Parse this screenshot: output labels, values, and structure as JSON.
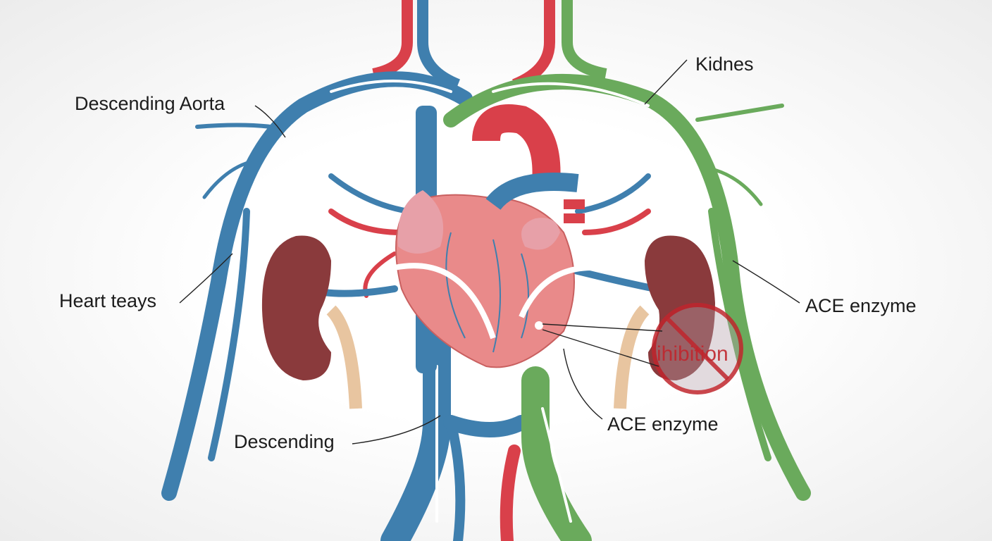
{
  "labels": {
    "kidneys": "Kidnes",
    "descending_aorta": "Descending Aorta",
    "heart_teays": "Heart teays",
    "ace_enzyme_right": "ACE enzyme",
    "ace_enzyme_bottom": "ACE enzyme",
    "descending": "Descending",
    "inhibition": "ihibition"
  },
  "colors": {
    "vein_blue": "#3f7fae",
    "artery_red": "#d9404a",
    "green_vessel": "#6aaa5c",
    "heart": "#e98a8a",
    "kidney": "#8a3a3c",
    "inhibition": "#c0262d"
  }
}
